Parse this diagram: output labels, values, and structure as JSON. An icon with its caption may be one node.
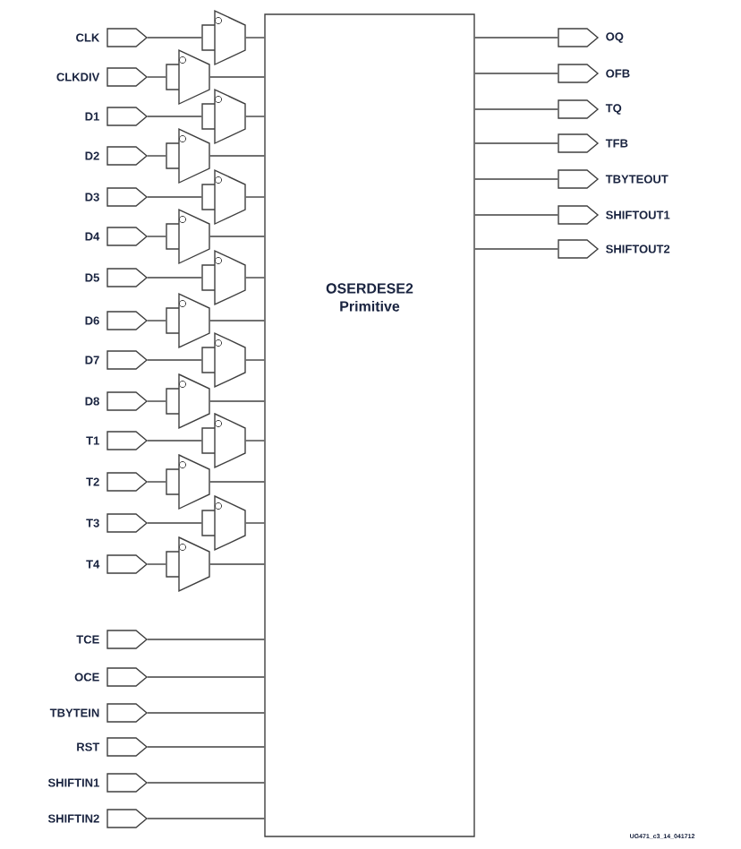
{
  "diagram": {
    "nodes": [
      {
        "text": [
          "OSERDESE2 Primitive"
        ]
      },
      {
        "text": [
          "CLK"
        ]
      },
      {
        "text": [
          "CLKDIV"
        ]
      },
      {
        "text": [
          "D1"
        ]
      },
      {
        "text": [
          "D2"
        ]
      },
      {
        "text": [
          "D3"
        ]
      },
      {
        "text": [
          "D4"
        ]
      },
      {
        "text": [
          "D5"
        ]
      },
      {
        "text": [
          "D6"
        ]
      },
      {
        "text": [
          "D7"
        ]
      },
      {
        "text": [
          "D8"
        ]
      },
      {
        "text": [
          "T1"
        ]
      },
      {
        "text": [
          "T2"
        ]
      },
      {
        "text": [
          "T3"
        ]
      },
      {
        "text": [
          "T4"
        ]
      },
      {
        "text": [
          "TCE"
        ]
      },
      {
        "text": [
          "OCE"
        ]
      },
      {
        "text": [
          "TBYTEIN"
        ]
      },
      {
        "text": [
          "RST"
        ]
      },
      {
        "text": [
          "SHIFTIN1"
        ]
      },
      {
        "text": [
          "SHIFTIN2"
        ]
      },
      {
        "text": [],
        "shape": "trapezoid"
      },
      {
        "text": [],
        "shape": "trapezoid"
      },
      {
        "text": [],
        "shape": "trapezoid"
      },
      {
        "text": [],
        "shape": "trapezoid"
      },
      {
        "text": [],
        "shape": "trapezoid"
      },
      {
        "text": [],
        "shape": "trapezoid"
      },
      {
        "text": [],
        "shape": "trapezoid"
      },
      {
        "text": [],
        "shape": "trapezoid"
      },
      {
        "text": [],
        "shape": "trapezoid"
      },
      {
        "text": [],
        "shape": "trapezoid"
      },
      {
        "text": [],
        "shape": "trapezoid"
      },
      {
        "text": [],
        "shape": "trapezoid"
      },
      {
        "text": [],
        "shape": "trapezoid"
      },
      {
        "text": [],
        "shape": "trapezoid"
      },
      {
        "text": [
          "OQ"
        ]
      },
      {
        "text": [
          "OFB"
        ]
      },
      {
        "text": [
          "TQ"
        ]
      },
      {
        "text": [
          "TFB"
        ]
      },
      {
        "text": [
          "TBYTEOUT"
        ]
      },
      {
        "text": [
          "SHIFTOUT1"
        ]
      },
      {
        "text": [
          "SHIFTOUT2"
        ]
      }
    ],
    "edges": [
      {
        "from": 1,
        "to": 21,
        "arrow": "none"
      },
      {
        "from": 2,
        "to": 22,
        "arrow": "none"
      },
      {
        "from": 3,
        "to": 23,
        "arrow": "none"
      },
      {
        "from": 4,
        "to": 24,
        "arrow": "none"
      },
      {
        "from": 5,
        "to": 25,
        "arrow": "none"
      },
      {
        "from": 6,
        "to": 26,
        "arrow": "none"
      },
      {
        "from": 7,
        "to": 27,
        "arrow": "none"
      },
      {
        "from": 8,
        "to": 28,
        "arrow": "none"
      },
      {
        "from": 9,
        "to": 29,
        "arrow": "none"
      },
      {
        "from": 10,
        "to": 30,
        "arrow": "none"
      },
      {
        "from": 11,
        "to": 31,
        "arrow": "none"
      },
      {
        "from": 12,
        "to": 32,
        "arrow": "none"
      },
      {
        "from": 13,
        "to": 33,
        "arrow": "none"
      },
      {
        "from": 14,
        "to": 34,
        "arrow": "none"
      },
      {
        "from": 21,
        "to": 0,
        "arrow": "none"
      },
      {
        "from": 22,
        "to": 0,
        "arrow": "none"
      },
      {
        "from": 23,
        "to": 0,
        "arrow": "none"
      },
      {
        "from": 24,
        "to": 0,
        "arrow": "none"
      },
      {
        "from": 25,
        "to": 0,
        "arrow": "none"
      },
      {
        "from": 26,
        "to": 0,
        "arrow": "none"
      },
      {
        "from": 27,
        "to": 0,
        "arrow": "none"
      },
      {
        "from": 28,
        "to": 0,
        "arrow": "none"
      },
      {
        "from": 29,
        "to": 0,
        "arrow": "none"
      },
      {
        "from": 30,
        "to": 0,
        "arrow": "none"
      },
      {
        "from": 31,
        "to": 0,
        "arrow": "none"
      },
      {
        "from": 32,
        "to": 0,
        "arrow": "none"
      },
      {
        "from": 33,
        "to": 0,
        "arrow": "none"
      },
      {
        "from": 34,
        "to": 0,
        "arrow": "none"
      },
      {
        "from": 15,
        "to": 0,
        "arrow": "none"
      },
      {
        "from": 16,
        "to": 0,
        "arrow": "none"
      },
      {
        "from": 17,
        "to": 0,
        "arrow": "none"
      },
      {
        "from": 18,
        "to": 0,
        "arrow": "none"
      },
      {
        "from": 19,
        "to": 0,
        "arrow": "none"
      },
      {
        "from": 20,
        "to": 0,
        "arrow": "none"
      },
      {
        "from": 0,
        "to": 35,
        "arrow": "none"
      },
      {
        "from": 0,
        "to": 36,
        "arrow": "none"
      },
      {
        "from": 0,
        "to": 37,
        "arrow": "none"
      },
      {
        "from": 0,
        "to": 38,
        "arrow": "none"
      },
      {
        "from": 0,
        "to": 39,
        "arrow": "none"
      },
      {
        "from": 0,
        "to": 40,
        "arrow": "none"
      },
      {
        "from": 0,
        "to": 41,
        "arrow": "none"
      }
    ],
    "labels": [
      "UG471_c3_14_041712"
    ]
  }
}
